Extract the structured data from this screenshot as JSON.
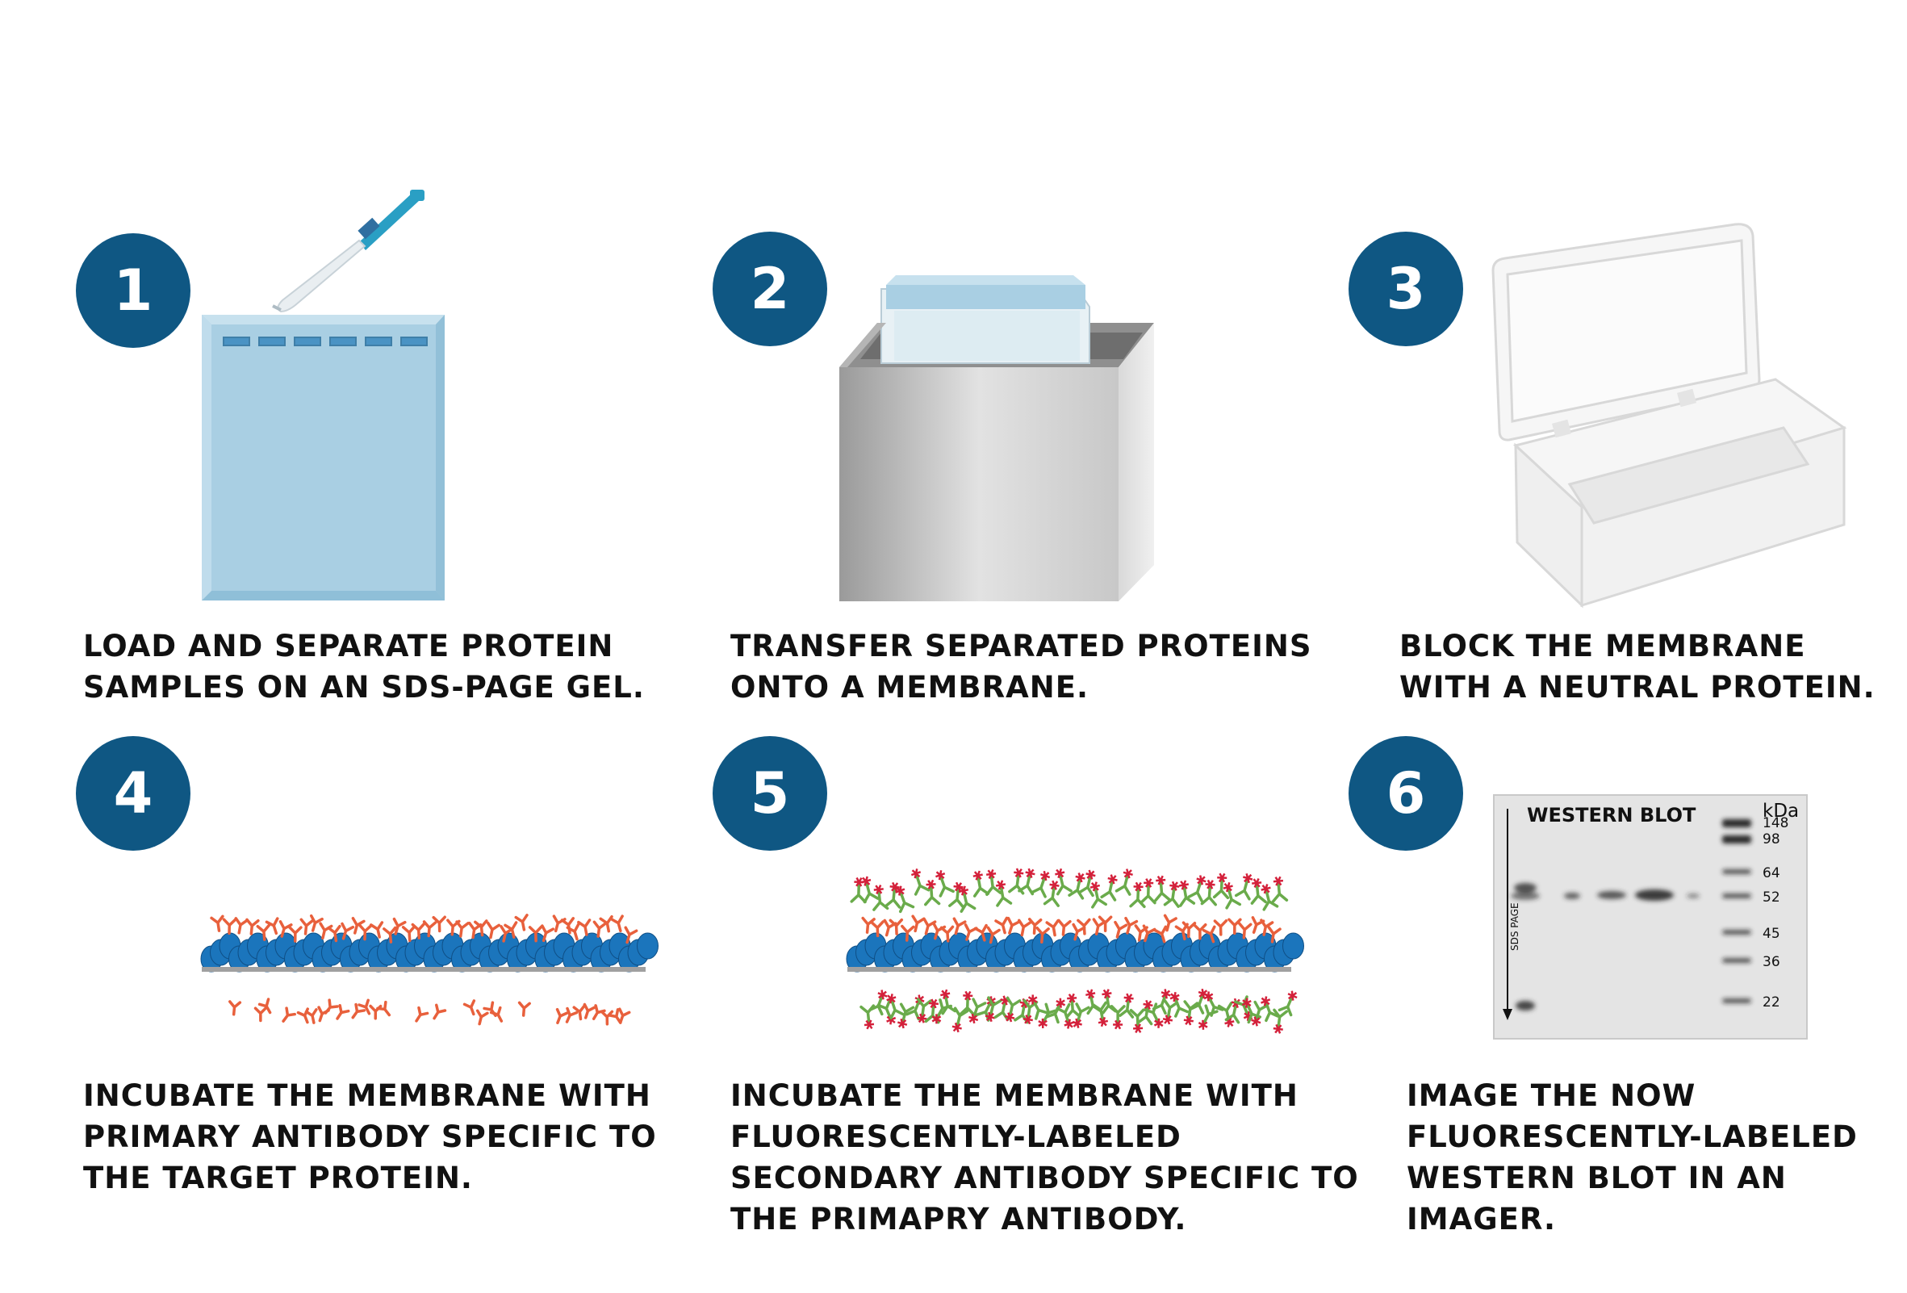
{
  "steps": [
    {
      "number": "1",
      "caption": [
        "LOAD AND SEPARATE PROTEIN",
        "SAMPLES ON AN SDS-PAGE GEL."
      ]
    },
    {
      "number": "2",
      "caption": [
        "TRANSFER SEPARATED PROTEINS",
        "ONTO A MEMBRANE."
      ]
    },
    {
      "number": "3",
      "caption": [
        "BLOCK THE MEMBRANE",
        "WITH A NEUTRAL PROTEIN."
      ]
    },
    {
      "number": "4",
      "caption": [
        "INCUBATE THE MEMBRANE WITH",
        "PRIMARY ANTIBODY SPECIFIC TO",
        "THE TARGET PROTEIN."
      ]
    },
    {
      "number": "5",
      "caption": [
        "INCUBATE THE MEMBRANE WITH",
        "FLUORESCENTLY-LABELED",
        "SECONDARY ANTIBODY SPECIFIC TO",
        "THE PRIMAPRY ANTIBODY."
      ]
    },
    {
      "number": "6",
      "caption": [
        "IMAGE THE NOW",
        "FLUORESCENTLY-LABELED",
        "WESTERN BLOT IN AN",
        "IMAGER."
      ]
    }
  ],
  "blot": {
    "title": "WESTERN BLOT",
    "unit": "kDa",
    "axis_label": "SDS PAGE",
    "markers": [
      "148",
      "98",
      "64",
      "52",
      "45",
      "36",
      "22"
    ]
  },
  "colors": {
    "badge": "#0f5783",
    "gel": "#a9cfe3",
    "primary_antibody": "#e8603c",
    "secondary_antibody": "#6aab4b",
    "fluorophore": "#d4213b",
    "protein": "#1b75bc"
  }
}
